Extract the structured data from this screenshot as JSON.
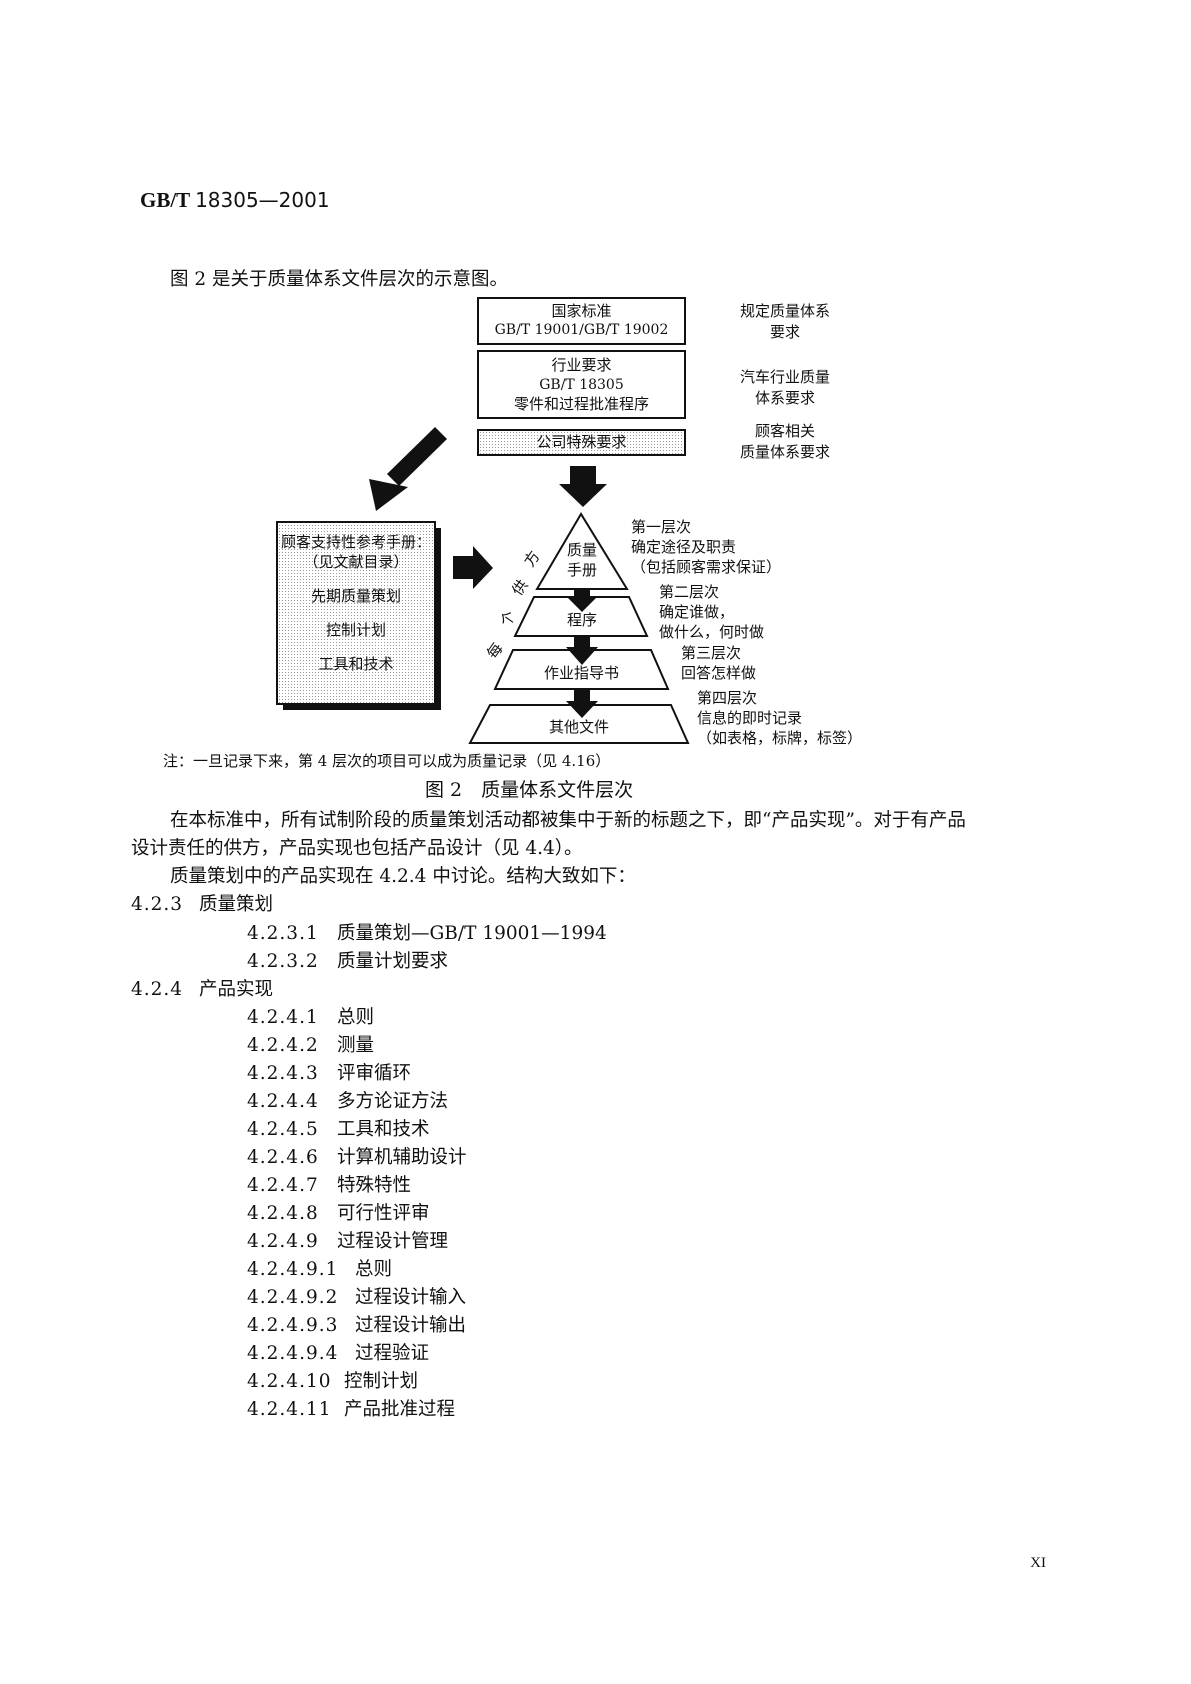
{
  "header": {
    "code_prefix": "GB/T",
    "code_number": "18305—2001"
  },
  "intro": "图 2 是关于质量体系文件层次的示意图。",
  "figure": {
    "box_national": [
      "国家标准",
      "GB/T 19001/GB/T 19002"
    ],
    "box_industry": [
      "行业要求",
      "GB/T 18305",
      "零件和过程批准程序"
    ],
    "box_company": "公司特殊要求",
    "right_labels": [
      [
        "规定质量体系",
        "要求"
      ],
      [
        "汽车行业质量",
        "体系要求"
      ],
      [
        "顾客相关",
        "质量体系要求"
      ]
    ],
    "side_box": [
      "顾客支持性参考手册：",
      "（见文献目录）",
      "先期质量策划",
      "控制计划",
      "工具和技术"
    ],
    "diagonal_chars": [
      "每",
      "个",
      "供",
      "方"
    ],
    "pyramid": [
      "质量",
      "手册",
      "程序",
      "作业指导书",
      "其他文件"
    ],
    "level_labels": [
      [
        "第一层次",
        "确定途径及职责",
        "（包括顾客需求保证）"
      ],
      [
        "第二层次",
        "确定谁做，",
        "做什么，何时做"
      ],
      [
        "第三层次",
        "回答怎样做"
      ],
      [
        "第四层次",
        "信息的即时记录",
        "（如表格，标牌，标签）"
      ]
    ],
    "note": "注：一旦记录下来，第 4 层次的项目可以成为质量记录（见 4.16）",
    "caption": "图 2　质量体系文件层次"
  },
  "body": {
    "p1_line1": "在本标准中，所有试制阶段的质量策划活动都被集中于新的标题之下，即“产品实现”。对于有产品",
    "p1_line2": "设计责任的供方，产品实现也包括产品设计（见 4.4）。",
    "p2": "质量策划中的产品实现在 4.2.4 中讨论。结构大致如下："
  },
  "toc": [
    {
      "num": "4.2.3",
      "title": "质量策划"
    },
    {
      "num": "4.2.3.1",
      "title": "质量策划—GB/T 19001—1994"
    },
    {
      "num": "4.2.3.2",
      "title": "质量计划要求"
    },
    {
      "num": "4.2.4",
      "title": "产品实现"
    },
    {
      "num": "4.2.4.1",
      "title": "总则"
    },
    {
      "num": "4.2.4.2",
      "title": "测量"
    },
    {
      "num": "4.2.4.3",
      "title": "评审循环"
    },
    {
      "num": "4.2.4.4",
      "title": "多方论证方法"
    },
    {
      "num": "4.2.4.5",
      "title": "工具和技术"
    },
    {
      "num": "4.2.4.6",
      "title": "计算机辅助设计"
    },
    {
      "num": "4.2.4.7",
      "title": "特殊特性"
    },
    {
      "num": "4.2.4.8",
      "title": "可行性评审"
    },
    {
      "num": "4.2.4.9",
      "title": "过程设计管理"
    },
    {
      "num": "4.2.4.9.1",
      "title": "总则"
    },
    {
      "num": "4.2.4.9.2",
      "title": "过程设计输入"
    },
    {
      "num": "4.2.4.9.3",
      "title": "过程设计输出"
    },
    {
      "num": "4.2.4.9.4",
      "title": "过程验证"
    },
    {
      "num": "4.2.4.10",
      "title": "控制计划"
    },
    {
      "num": "4.2.4.11",
      "title": "产品批准过程"
    }
  ],
  "page_number": "XI"
}
